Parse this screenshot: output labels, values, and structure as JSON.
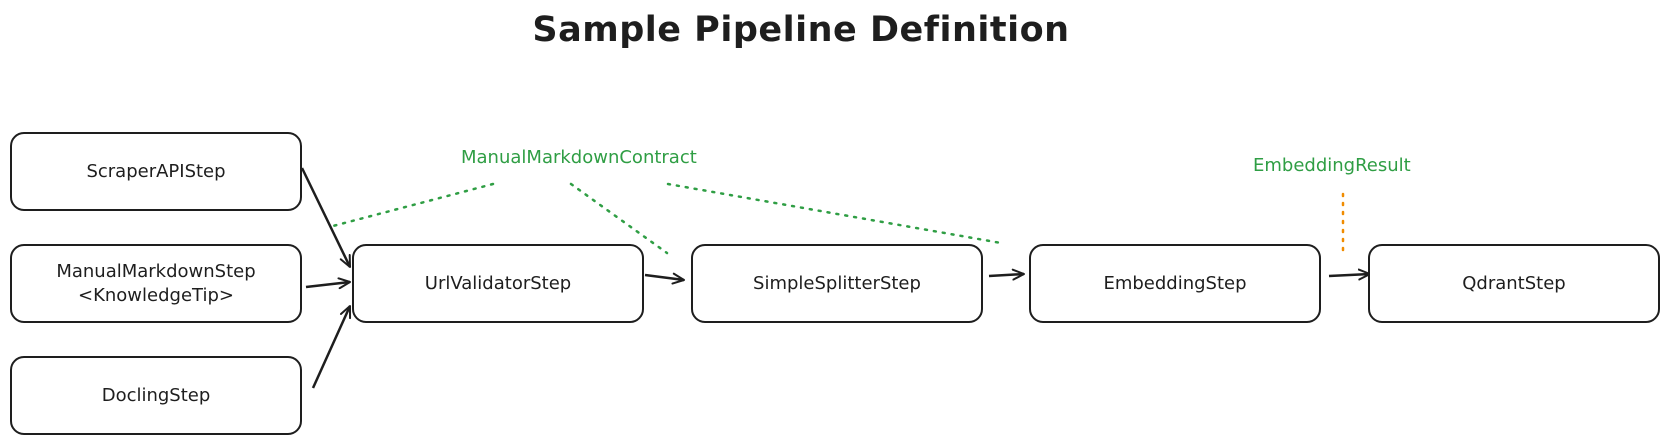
{
  "title": "Sample Pipeline Definition",
  "nodes": {
    "scraper": "ScraperAPIStep",
    "manual_markdown": "ManualMarkdownStep\n<KnowledgeTip>",
    "docling": "DoclingStep",
    "url_validator": "UrlValidatorStep",
    "simple_splitter": "SimpleSplitterStep",
    "embedding": "EmbeddingStep",
    "qdrant": "QdrantStep"
  },
  "contracts": {
    "manual_markdown_contract": "ManualMarkdownContract",
    "embedding_result": "EmbeddingResult"
  },
  "colors": {
    "stroke": "#1e1e1e",
    "contract_green": "#2f9e44",
    "result_orange": "#f08c00"
  }
}
